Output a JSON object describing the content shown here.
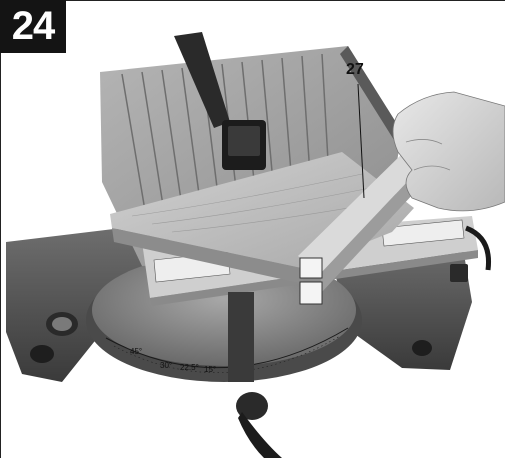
{
  "figure": {
    "number": "24",
    "callout": "27",
    "scale_labels": [
      "45°",
      "30°",
      "22.5°",
      "15°"
    ]
  },
  "colors": {
    "badge": "#141414",
    "background": "#ffffff",
    "metal_dark": "#3a3a3a",
    "metal_mid": "#8a8a8a",
    "metal_light": "#c8c8c8",
    "wood": "#b9b9b9"
  }
}
